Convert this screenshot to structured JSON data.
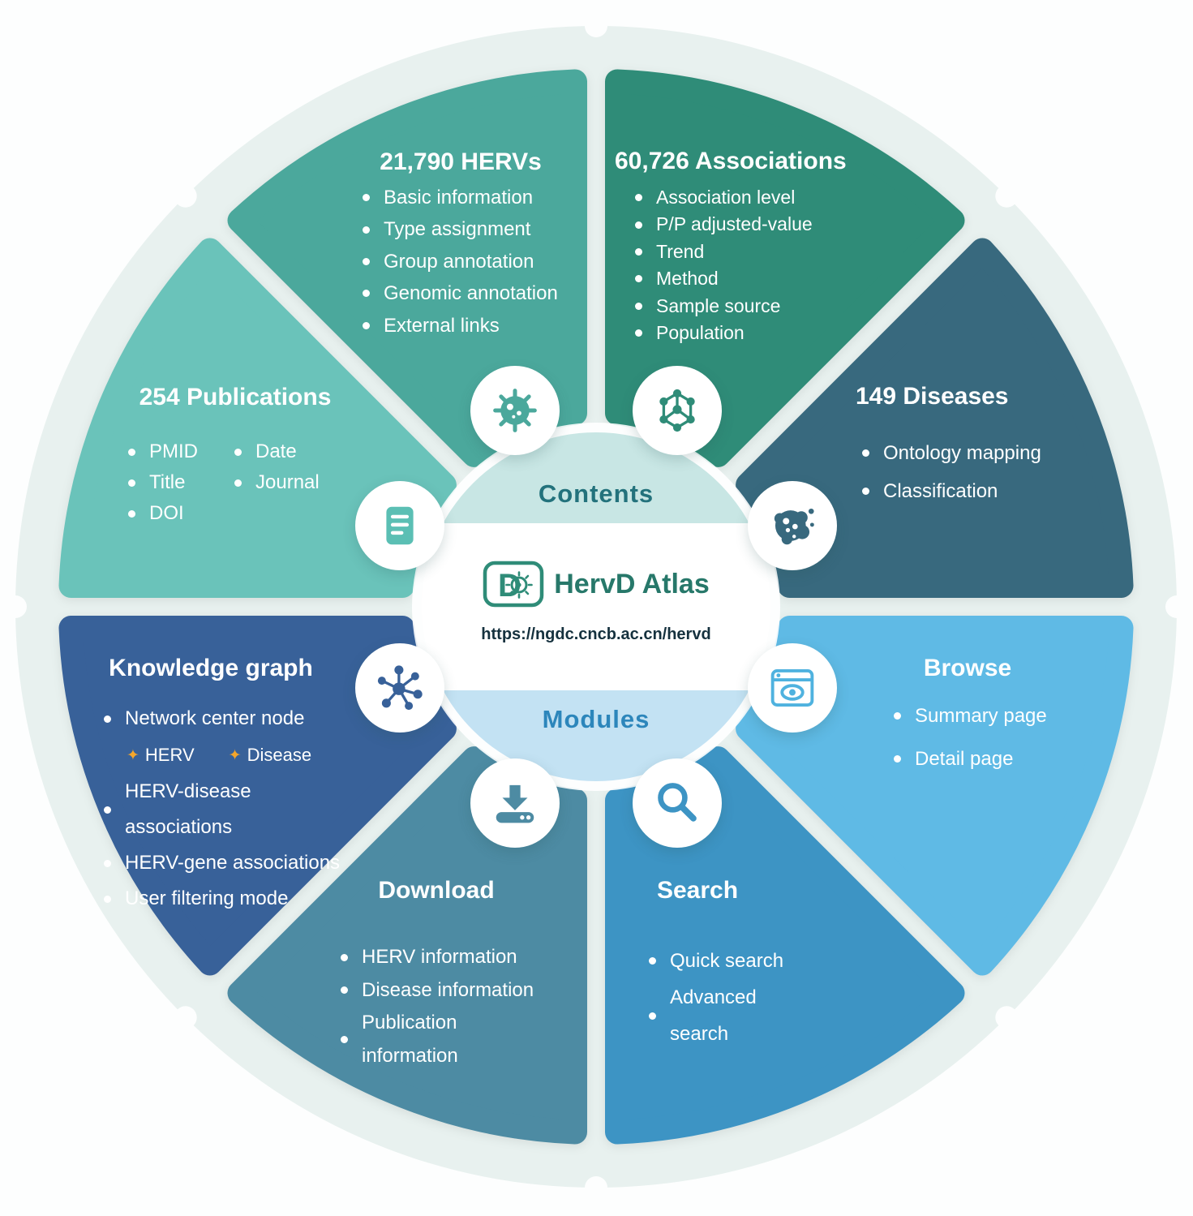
{
  "center": {
    "contents_label": "Contents",
    "modules_label": "Modules",
    "logo_letter": "D",
    "title": "HervD Atlas",
    "url": "https://ngdc.cncb.ac.cn/hervd"
  },
  "segments": [
    {
      "id": "associations",
      "title": "60,726 Associations",
      "color": "#2F8C78",
      "icon": "molecule-network-icon",
      "items": [
        "Association level",
        "P/P adjusted-value",
        "Trend",
        "Method",
        "Sample source",
        "Population"
      ]
    },
    {
      "id": "diseases",
      "title": "149 Diseases",
      "color": "#38697E",
      "icon": "disease-cell-icon",
      "items": [
        "Ontology mapping",
        "Classification"
      ]
    },
    {
      "id": "browse",
      "title": "Browse",
      "color": "#5FBAE5",
      "icon": "browser-eye-icon",
      "items": [
        "Summary page",
        "Detail page"
      ]
    },
    {
      "id": "search",
      "title": "Search",
      "color": "#3D94C4",
      "icon": "magnifier-icon",
      "items": [
        "Quick search",
        "Advanced search"
      ]
    },
    {
      "id": "download",
      "title": "Download",
      "color": "#4D8BA3",
      "icon": "download-icon",
      "items": [
        "HERV information",
        "Disease information",
        "Publication information"
      ]
    },
    {
      "id": "knowledge_graph",
      "title": "Knowledge graph",
      "color": "#386199",
      "icon": "network-graph-icon",
      "items": [
        "Network center node",
        "HERV-disease associations",
        "HERV-gene associations",
        "User filtering mode"
      ],
      "sub_items": [
        "HERV",
        "Disease"
      ],
      "star_color": "#F5A62B"
    },
    {
      "id": "publications",
      "title": "254 Publications",
      "color": "#6AC3BA",
      "icon": "document-icon",
      "items": [
        "PMID",
        "Title",
        "DOI",
        "Date",
        "Journal"
      ]
    },
    {
      "id": "hervs",
      "title": "21,790 HERVs",
      "color": "#4BA89C",
      "icon": "virus-icon",
      "items": [
        "Basic information",
        "Type assignment",
        "Group annotation",
        "Genomic annotation",
        "External links"
      ]
    }
  ],
  "colors": {
    "ring": "#E8F1EF",
    "contents_band": "#C8E6E4",
    "modules_band": "#C3E2F3",
    "contents_text": "#23727C",
    "modules_text": "#2C86BB",
    "title_text": "#27786A",
    "url_text": "#15313E",
    "logo_teal": "#2F8C78"
  }
}
